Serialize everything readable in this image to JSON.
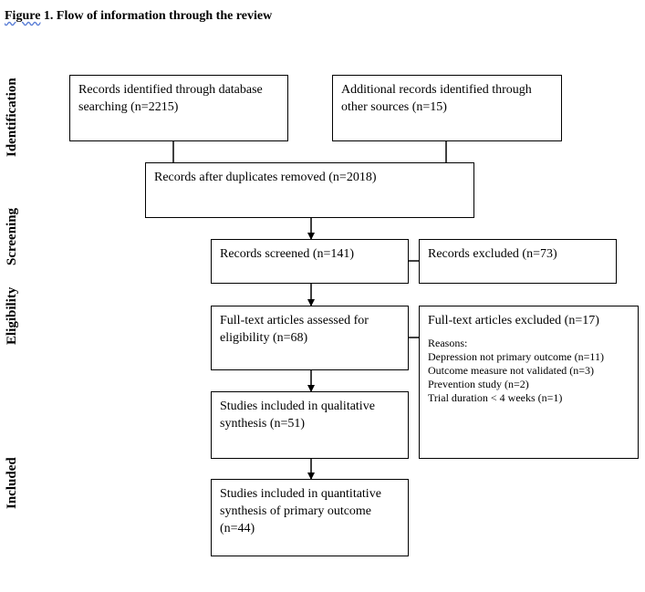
{
  "figure": {
    "title_prefix": "Figure",
    "title_rest": " 1. Flow of information through the review"
  },
  "stages": {
    "identification": "Identification",
    "screening": "Screening",
    "eligibility": "Eligibility",
    "included": "Included"
  },
  "boxes": {
    "database": "Records identified through database searching (n=2215)",
    "other_sources": "Additional records identified through other sources (n=15)",
    "duplicates_removed": "Records after duplicates removed (n=2018)",
    "screened": "Records screened (n=141)",
    "excluded": "Records excluded (n=73)",
    "fulltext_assessed": "Full-text articles assessed for eligibility (n=68)",
    "fulltext_excluded": "Full-text articles excluded (n=17)",
    "qualitative": "Studies included in qualitative synthesis (n=51)",
    "quantitative": "Studies included in quantitative synthesis of primary outcome (n=44)"
  },
  "reasons": {
    "heading": "Reasons:",
    "items": [
      "Depression not primary outcome (n=11)",
      "Outcome measure not validated (n=3)",
      "Prevention study (n=2)",
      "Trial duration < 4 weeks (n=1)"
    ]
  }
}
